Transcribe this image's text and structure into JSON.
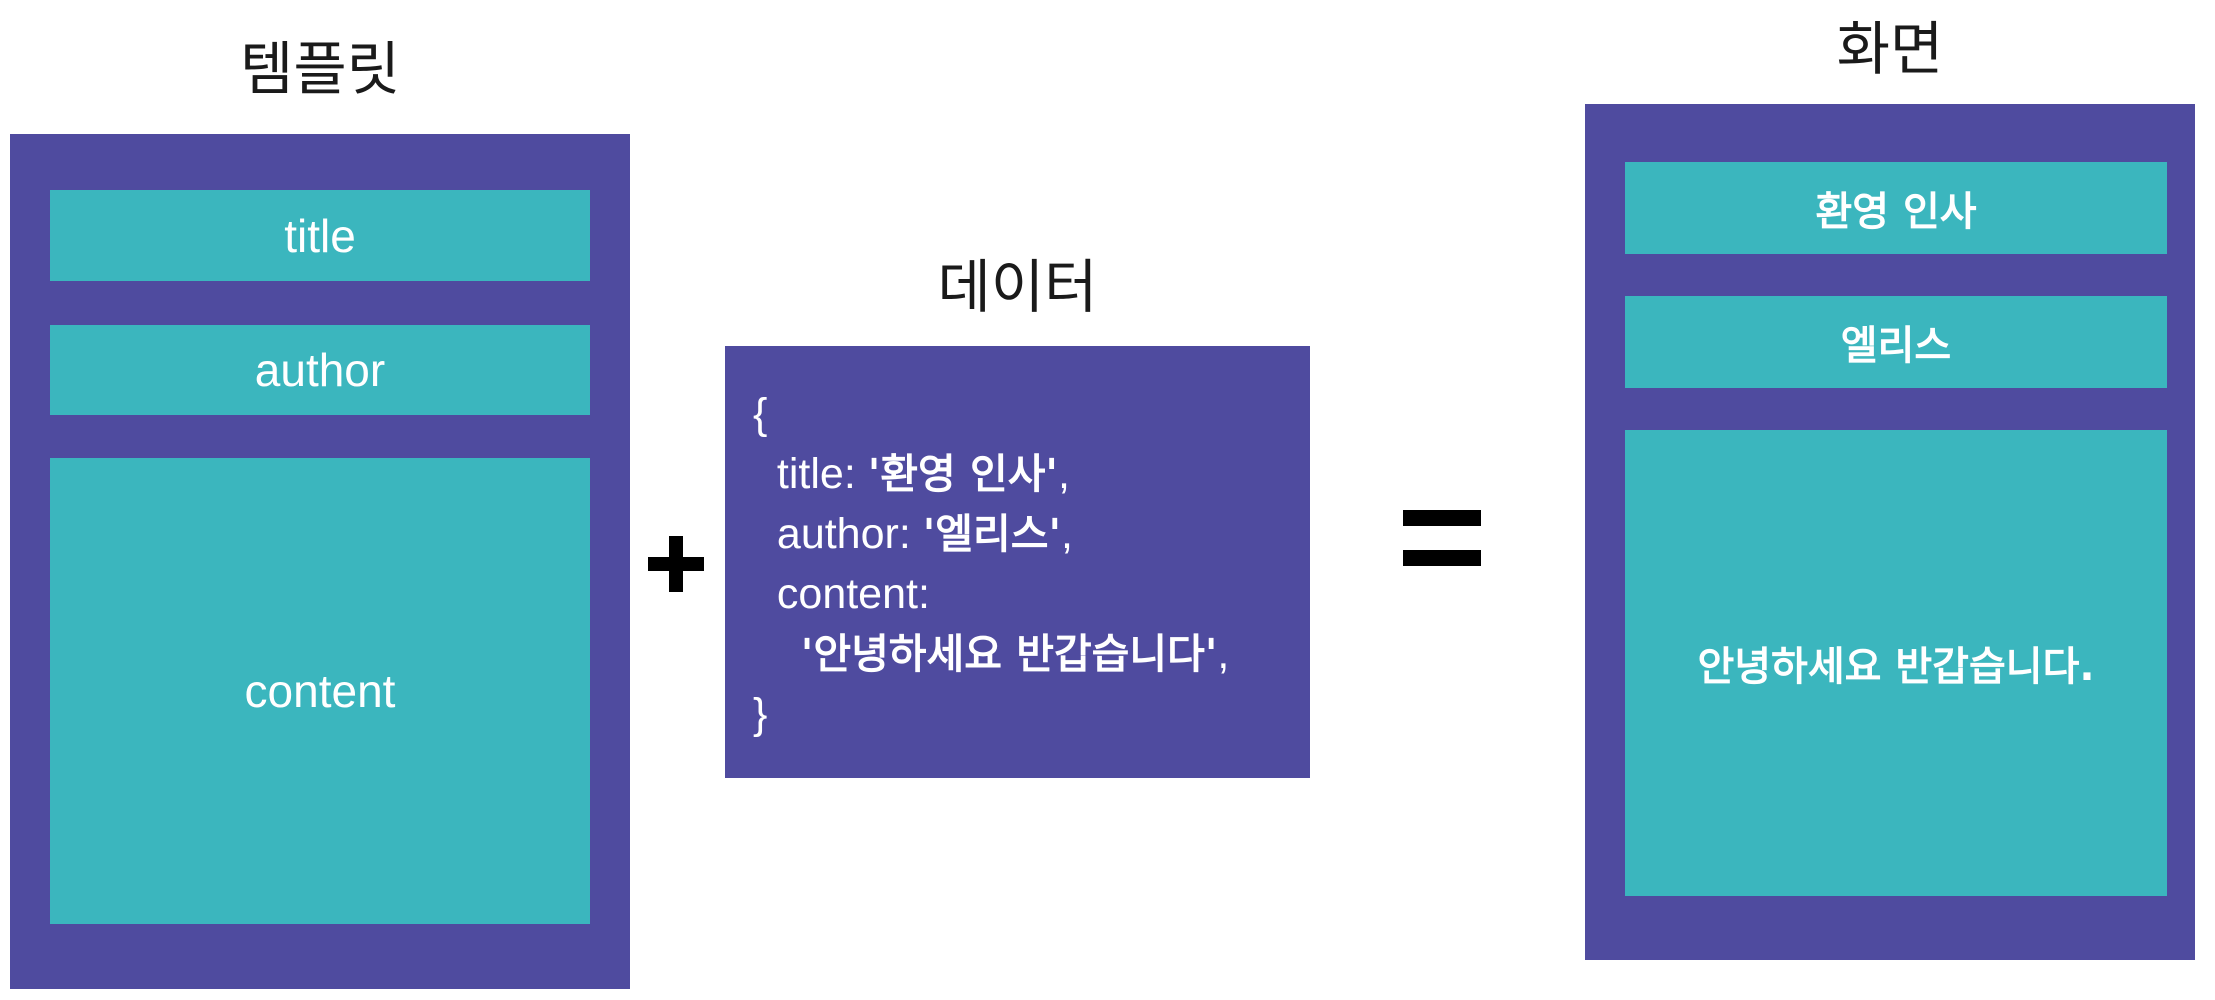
{
  "template": {
    "heading": "템플릿",
    "slots": [
      "title",
      "author",
      "content"
    ]
  },
  "data": {
    "heading": "데이터",
    "open_brace": "{",
    "close_brace": "}",
    "title_key": "title: ",
    "title_value": "'환영 인사'",
    "author_key": "author: ",
    "author_value": "'엘리스'",
    "content_key": "content:",
    "content_value": "'안녕하세요 반갑습니다'",
    "comma": ","
  },
  "screen": {
    "heading": "화면",
    "title": "환영 인사",
    "author": "엘리스",
    "content": "안녕하세요 반갑습니다."
  },
  "colors": {
    "panel": "#4f4b9f",
    "slot": "#3bb6be",
    "text": "#ffffff",
    "heading": "#1a1a1a"
  },
  "icons": {
    "plus": "plus-icon",
    "equals": "equals-icon"
  }
}
